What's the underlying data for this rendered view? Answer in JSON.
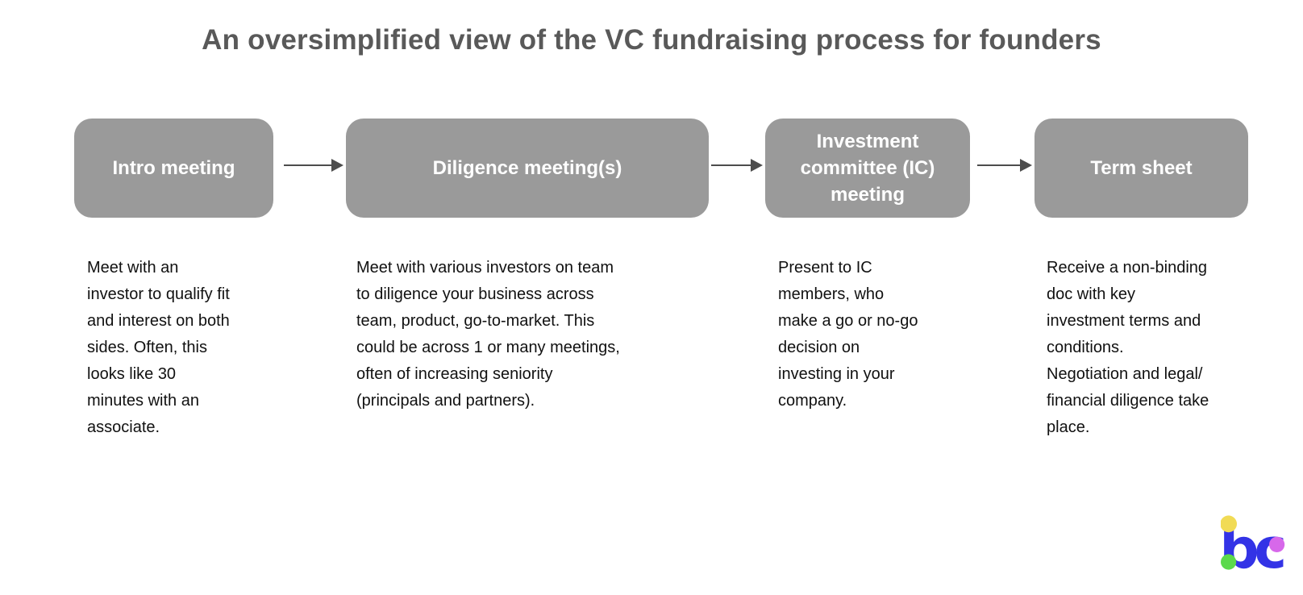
{
  "header": {
    "title": "An oversimplified view of the VC fundraising process for founders"
  },
  "flow": {
    "steps": [
      {
        "label": "Intro meeting",
        "description": "Meet with an\ninvestor to qualify fit\nand interest on both\nsides. Often, this\nlooks like 30\nminutes with an\nassociate."
      },
      {
        "label": "Diligence meeting(s)",
        "description": "Meet with various investors on team\nto diligence your business across\nteam, product, go-to-market. This\ncould be across 1 or many meetings,\noften of increasing seniority\n(principals and partners)."
      },
      {
        "label": "Investment\ncommittee (IC)\nmeeting",
        "description": "Present to IC\nmembers, who\nmake a go or no-go\ndecision on\ninvesting in your\ncompany."
      },
      {
        "label": "Term sheet",
        "description": "Receive a non-binding\ndoc with key\ninvestment terms and\nconditions.\nNegotiation and legal/\nfinancial diligence take\nplace."
      }
    ]
  },
  "theme": {
    "box_fill": "#9a9a9a",
    "box_text": "#ffffff",
    "arrow_color": "#4d4d4d",
    "title_color": "#595959",
    "body_text_color": "#111111"
  },
  "logo": {
    "text": "bc",
    "blue": "#3333e6",
    "yellow": "#f1db55",
    "green": "#5bd94b",
    "magenta": "#d768ea"
  }
}
